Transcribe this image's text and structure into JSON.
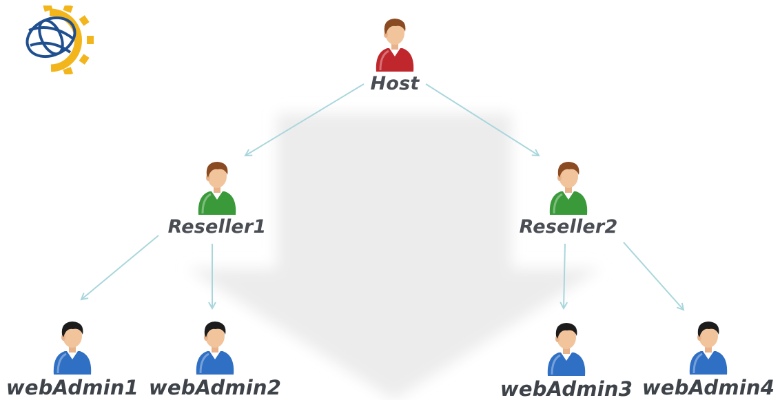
{
  "nodes": {
    "host": {
      "label": "Host",
      "shirt": "#c0272d",
      "hair": "#8a4a22"
    },
    "reseller1": {
      "label": "Reseller1",
      "shirt": "#3a9a3a",
      "hair": "#8a4a22"
    },
    "reseller2": {
      "label": "Reseller2",
      "shirt": "#3a9a3a",
      "hair": "#8a4a22"
    },
    "webadmin1": {
      "label": "webAdmin1",
      "shirt": "#2f6fc4",
      "hair": "#1c1c1c"
    },
    "webadmin2": {
      "label": "webAdmin2",
      "shirt": "#2f6fc4",
      "hair": "#1c1c1c"
    },
    "webadmin3": {
      "label": "webAdmin3",
      "shirt": "#2f6fc4",
      "hair": "#1c1c1c"
    },
    "webadmin4": {
      "label": "webAdmin4",
      "shirt": "#2f6fc4",
      "hair": "#1c1c1c"
    }
  },
  "edges": [
    [
      "host",
      "reseller1"
    ],
    [
      "host",
      "reseller2"
    ],
    [
      "reseller1",
      "webadmin1"
    ],
    [
      "reseller1",
      "webadmin2"
    ],
    [
      "reseller2",
      "webadmin3"
    ],
    [
      "reseller2",
      "webadmin4"
    ]
  ],
  "colors": {
    "arrow": "#a9d6dc",
    "background_arrow": "#ececec",
    "label": "#4a4e54",
    "logo_gear": "#f2b51c",
    "logo_globe": "#1f4f8f"
  },
  "icons": {
    "logo": "gear-globe-logo-icon",
    "user": "user-avatar-icon",
    "background": "down-arrow-icon"
  }
}
